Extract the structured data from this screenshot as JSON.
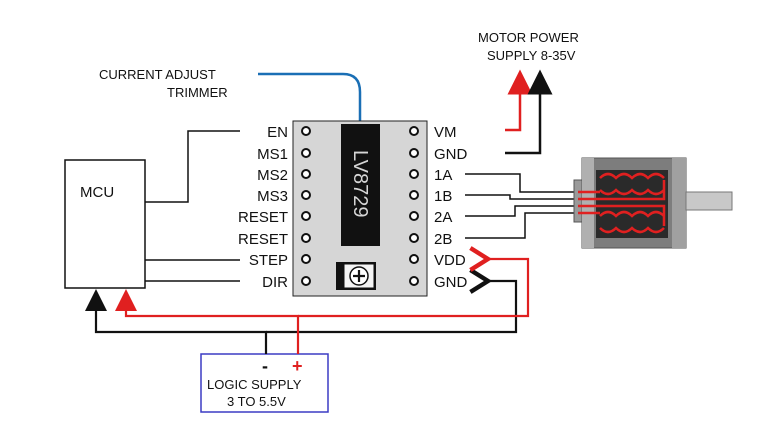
{
  "labels": {
    "trimmer_line1": "CURRENT ADJUST",
    "trimmer_line2": "TRIMMER",
    "motor_power_line1": "MOTOR POWER",
    "motor_power_line2": "SUPPLY 8-35V",
    "mcu": "MCU",
    "logic_line1": "LOGIC SUPPLY",
    "logic_line2": "3 TO 5.5V",
    "logic_minus": "-",
    "logic_plus": "+",
    "chip_marking": "LV8729"
  },
  "pins": {
    "left": [
      "EN",
      "MS1",
      "MS2",
      "MS3",
      "RESET",
      "RESET",
      "STEP",
      "DIR"
    ],
    "right": [
      "VM",
      "GND",
      "1A",
      "1B",
      "2A",
      "2B",
      "VDD",
      "GND"
    ]
  },
  "colors": {
    "wire": "#111111",
    "power_wire": "#e02020",
    "trimmer_wire": "#1a6fb5",
    "board_fill": "#d6d6d6",
    "chip_fill": "#111111",
    "logic_box_border": "#3b3bc4",
    "motor_body": "#7d7d7d",
    "coil": "#e02020"
  }
}
